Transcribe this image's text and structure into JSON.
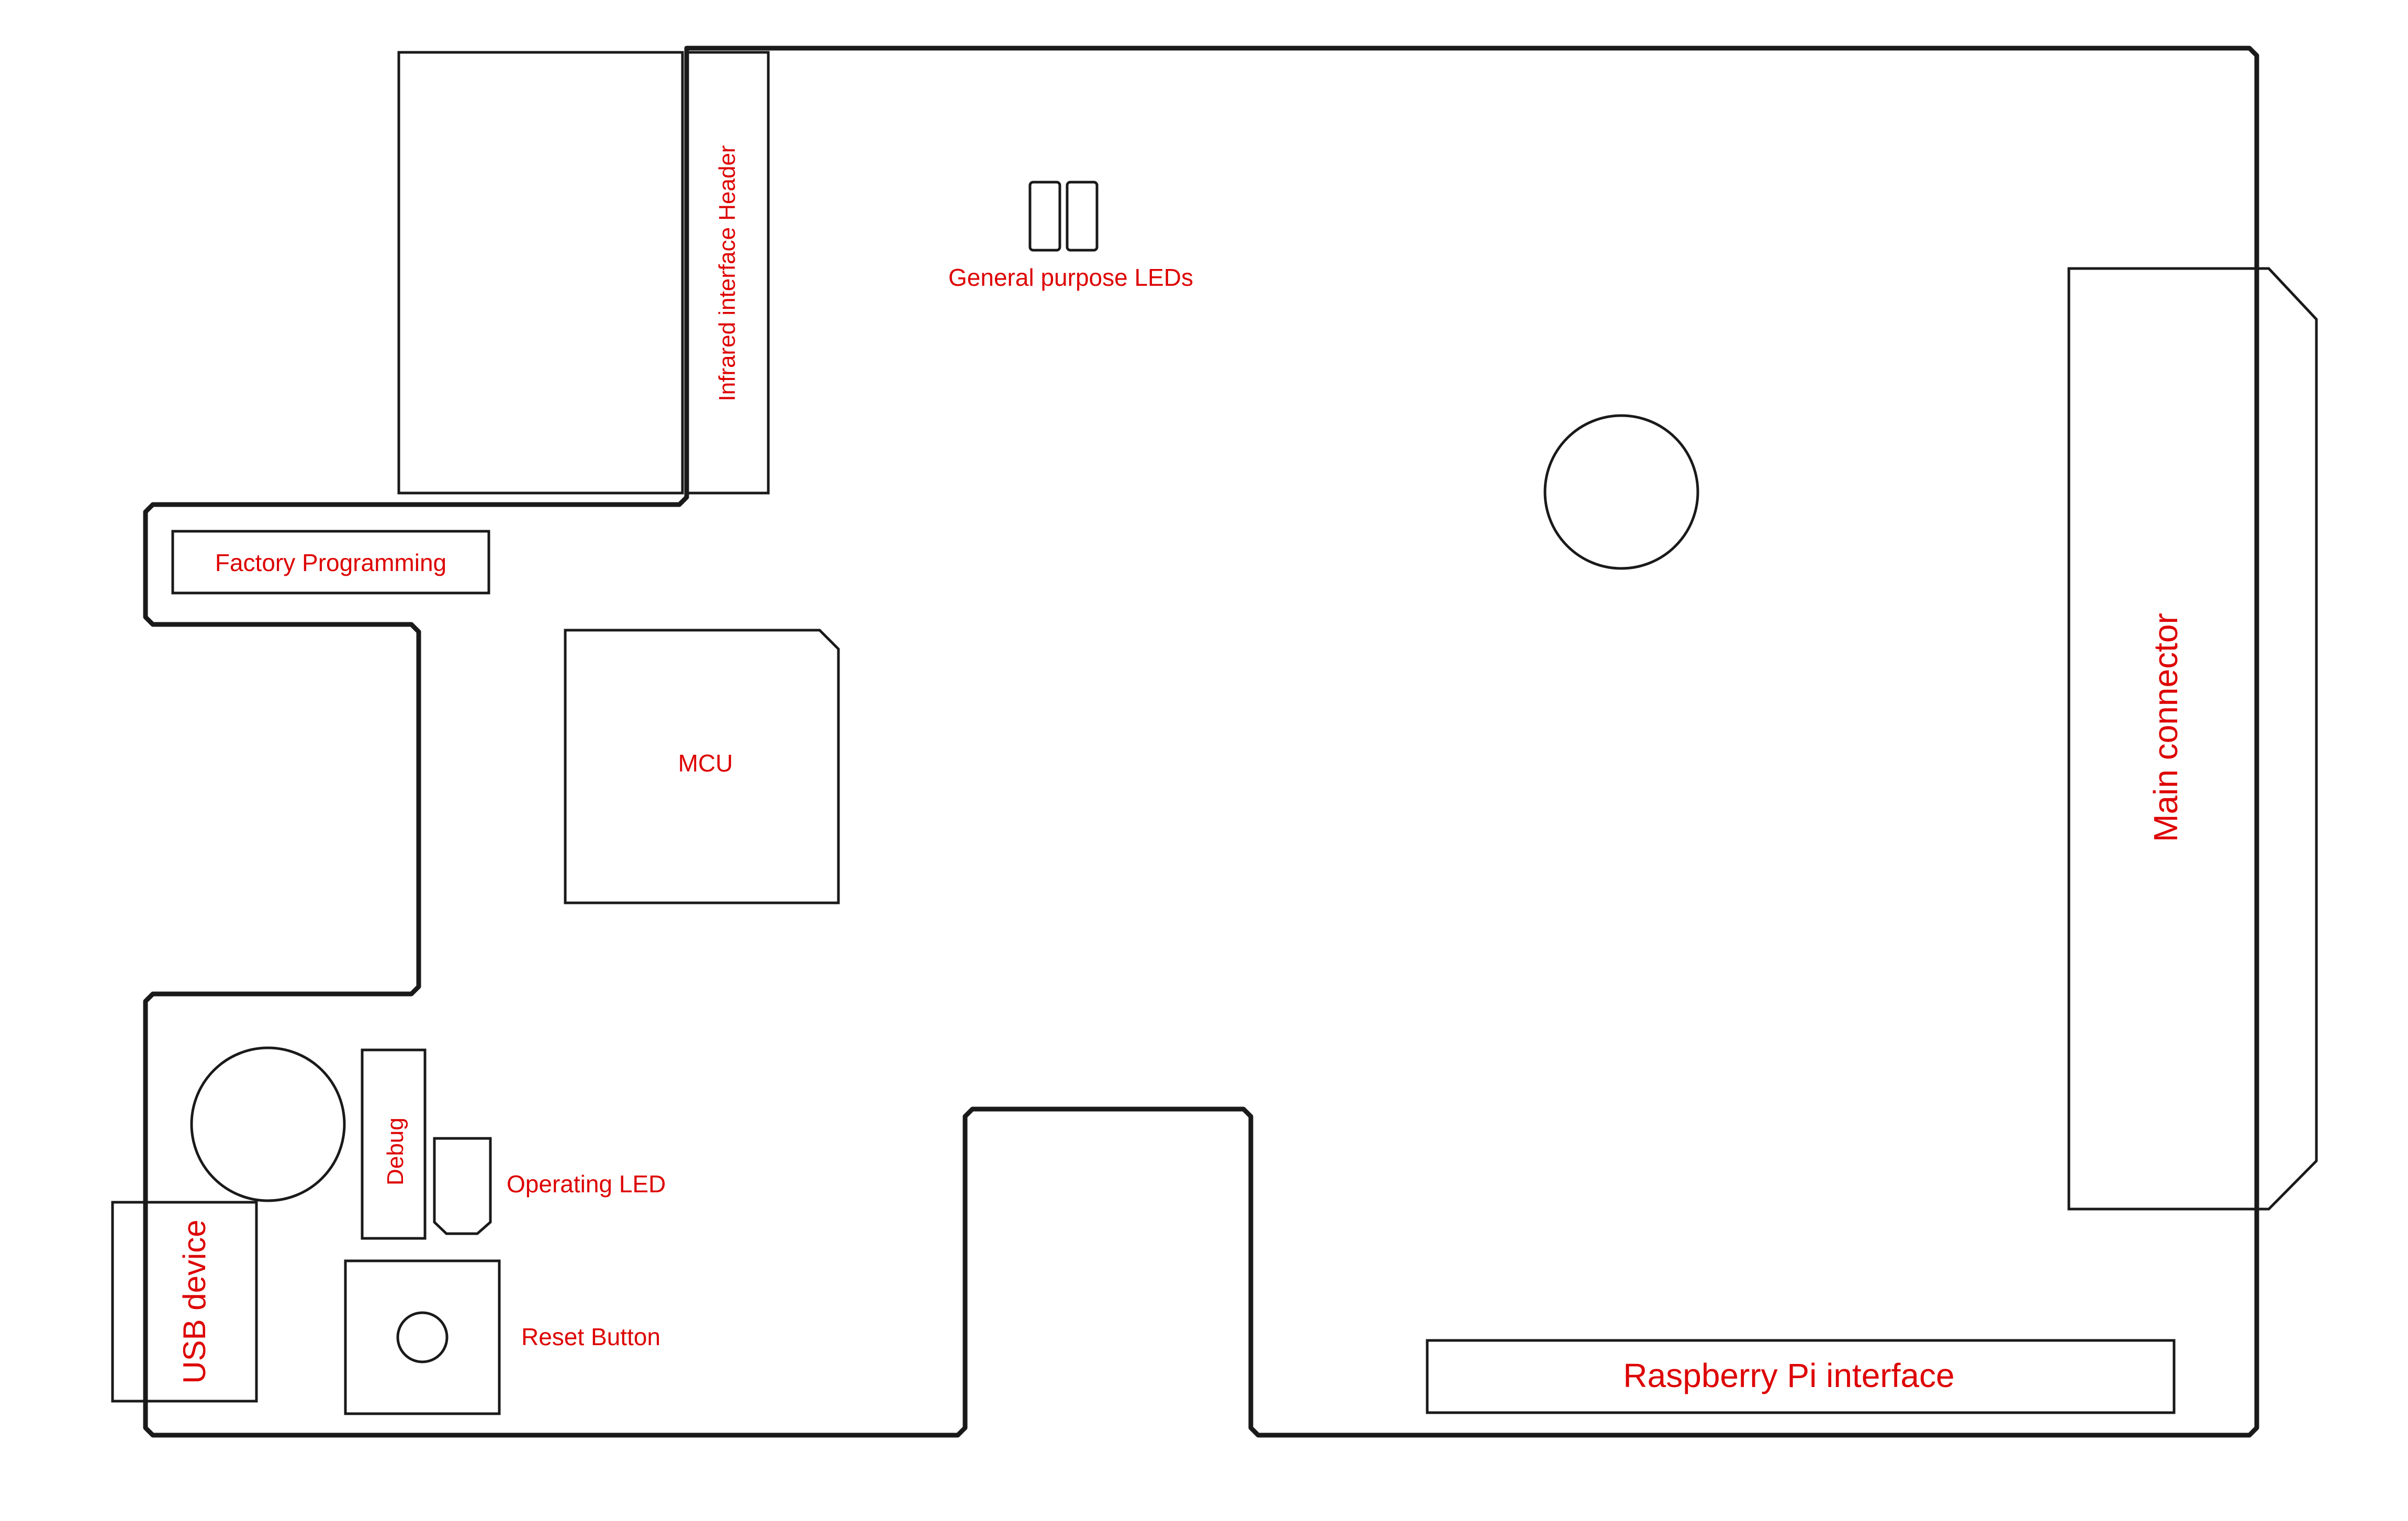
{
  "diagram": {
    "labels": {
      "infrared_header": "Infrared interface Header",
      "general_purpose_leds": "General purpose LEDs",
      "factory_programming": "Factory Programming",
      "mcu": "MCU",
      "main_connector": "Main connector",
      "debug": "Debug",
      "operating_led": "Operating LED",
      "usb_device": "USB device",
      "reset_button": "Reset Button",
      "raspberry_pi_interface": "Raspberry Pi interface"
    },
    "colors": {
      "outline": "#1a1a1a",
      "label": "#dd0000",
      "background": "#ffffff"
    }
  }
}
